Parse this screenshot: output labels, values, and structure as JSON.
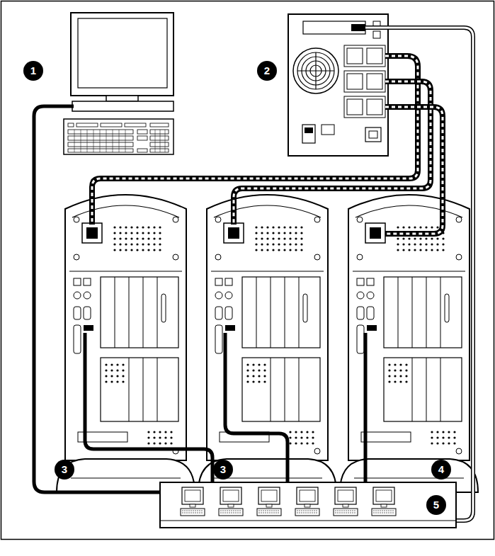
{
  "diagram": {
    "labels": [
      "1",
      "2",
      "3",
      "3",
      "4",
      "5"
    ]
  }
}
